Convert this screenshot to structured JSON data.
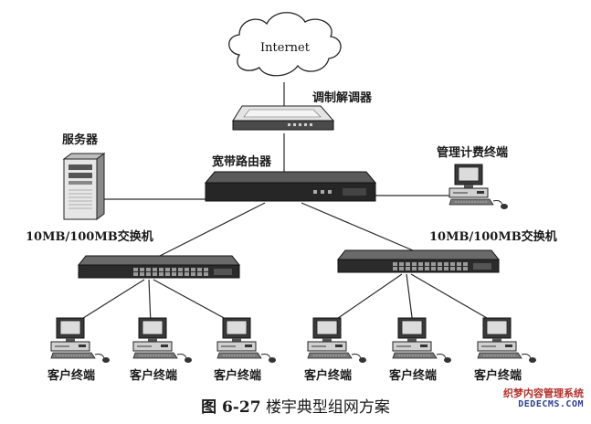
{
  "internet": {
    "label": "Internet"
  },
  "modem": {
    "label": "调制解调器"
  },
  "router": {
    "label": "宽带路由器"
  },
  "server": {
    "label": "服务器"
  },
  "billing": {
    "label": "管理计费终端"
  },
  "switch_left": {
    "label": "10MB/100MB交换机"
  },
  "switch_right": {
    "label": "10MB/100MB交换机"
  },
  "clients": [
    {
      "label": "客户终端"
    },
    {
      "label": "客户终端"
    },
    {
      "label": "客户终端"
    },
    {
      "label": "客户终端"
    },
    {
      "label": "客户终端"
    },
    {
      "label": "客户终端"
    }
  ],
  "caption": {
    "figure_no": "图 6-27",
    "title": "楼宇典型组网方案"
  },
  "watermark": {
    "line1": "织梦内容管理系统",
    "line2": "DEDECMS.COM"
  },
  "colors": {
    "line": "#2a2a2a",
    "device_dark": "#2b2b2b",
    "device_mid": "#5a5a5a",
    "watermark_red": "#b0302a",
    "watermark_blue": "#2e3f8f"
  }
}
